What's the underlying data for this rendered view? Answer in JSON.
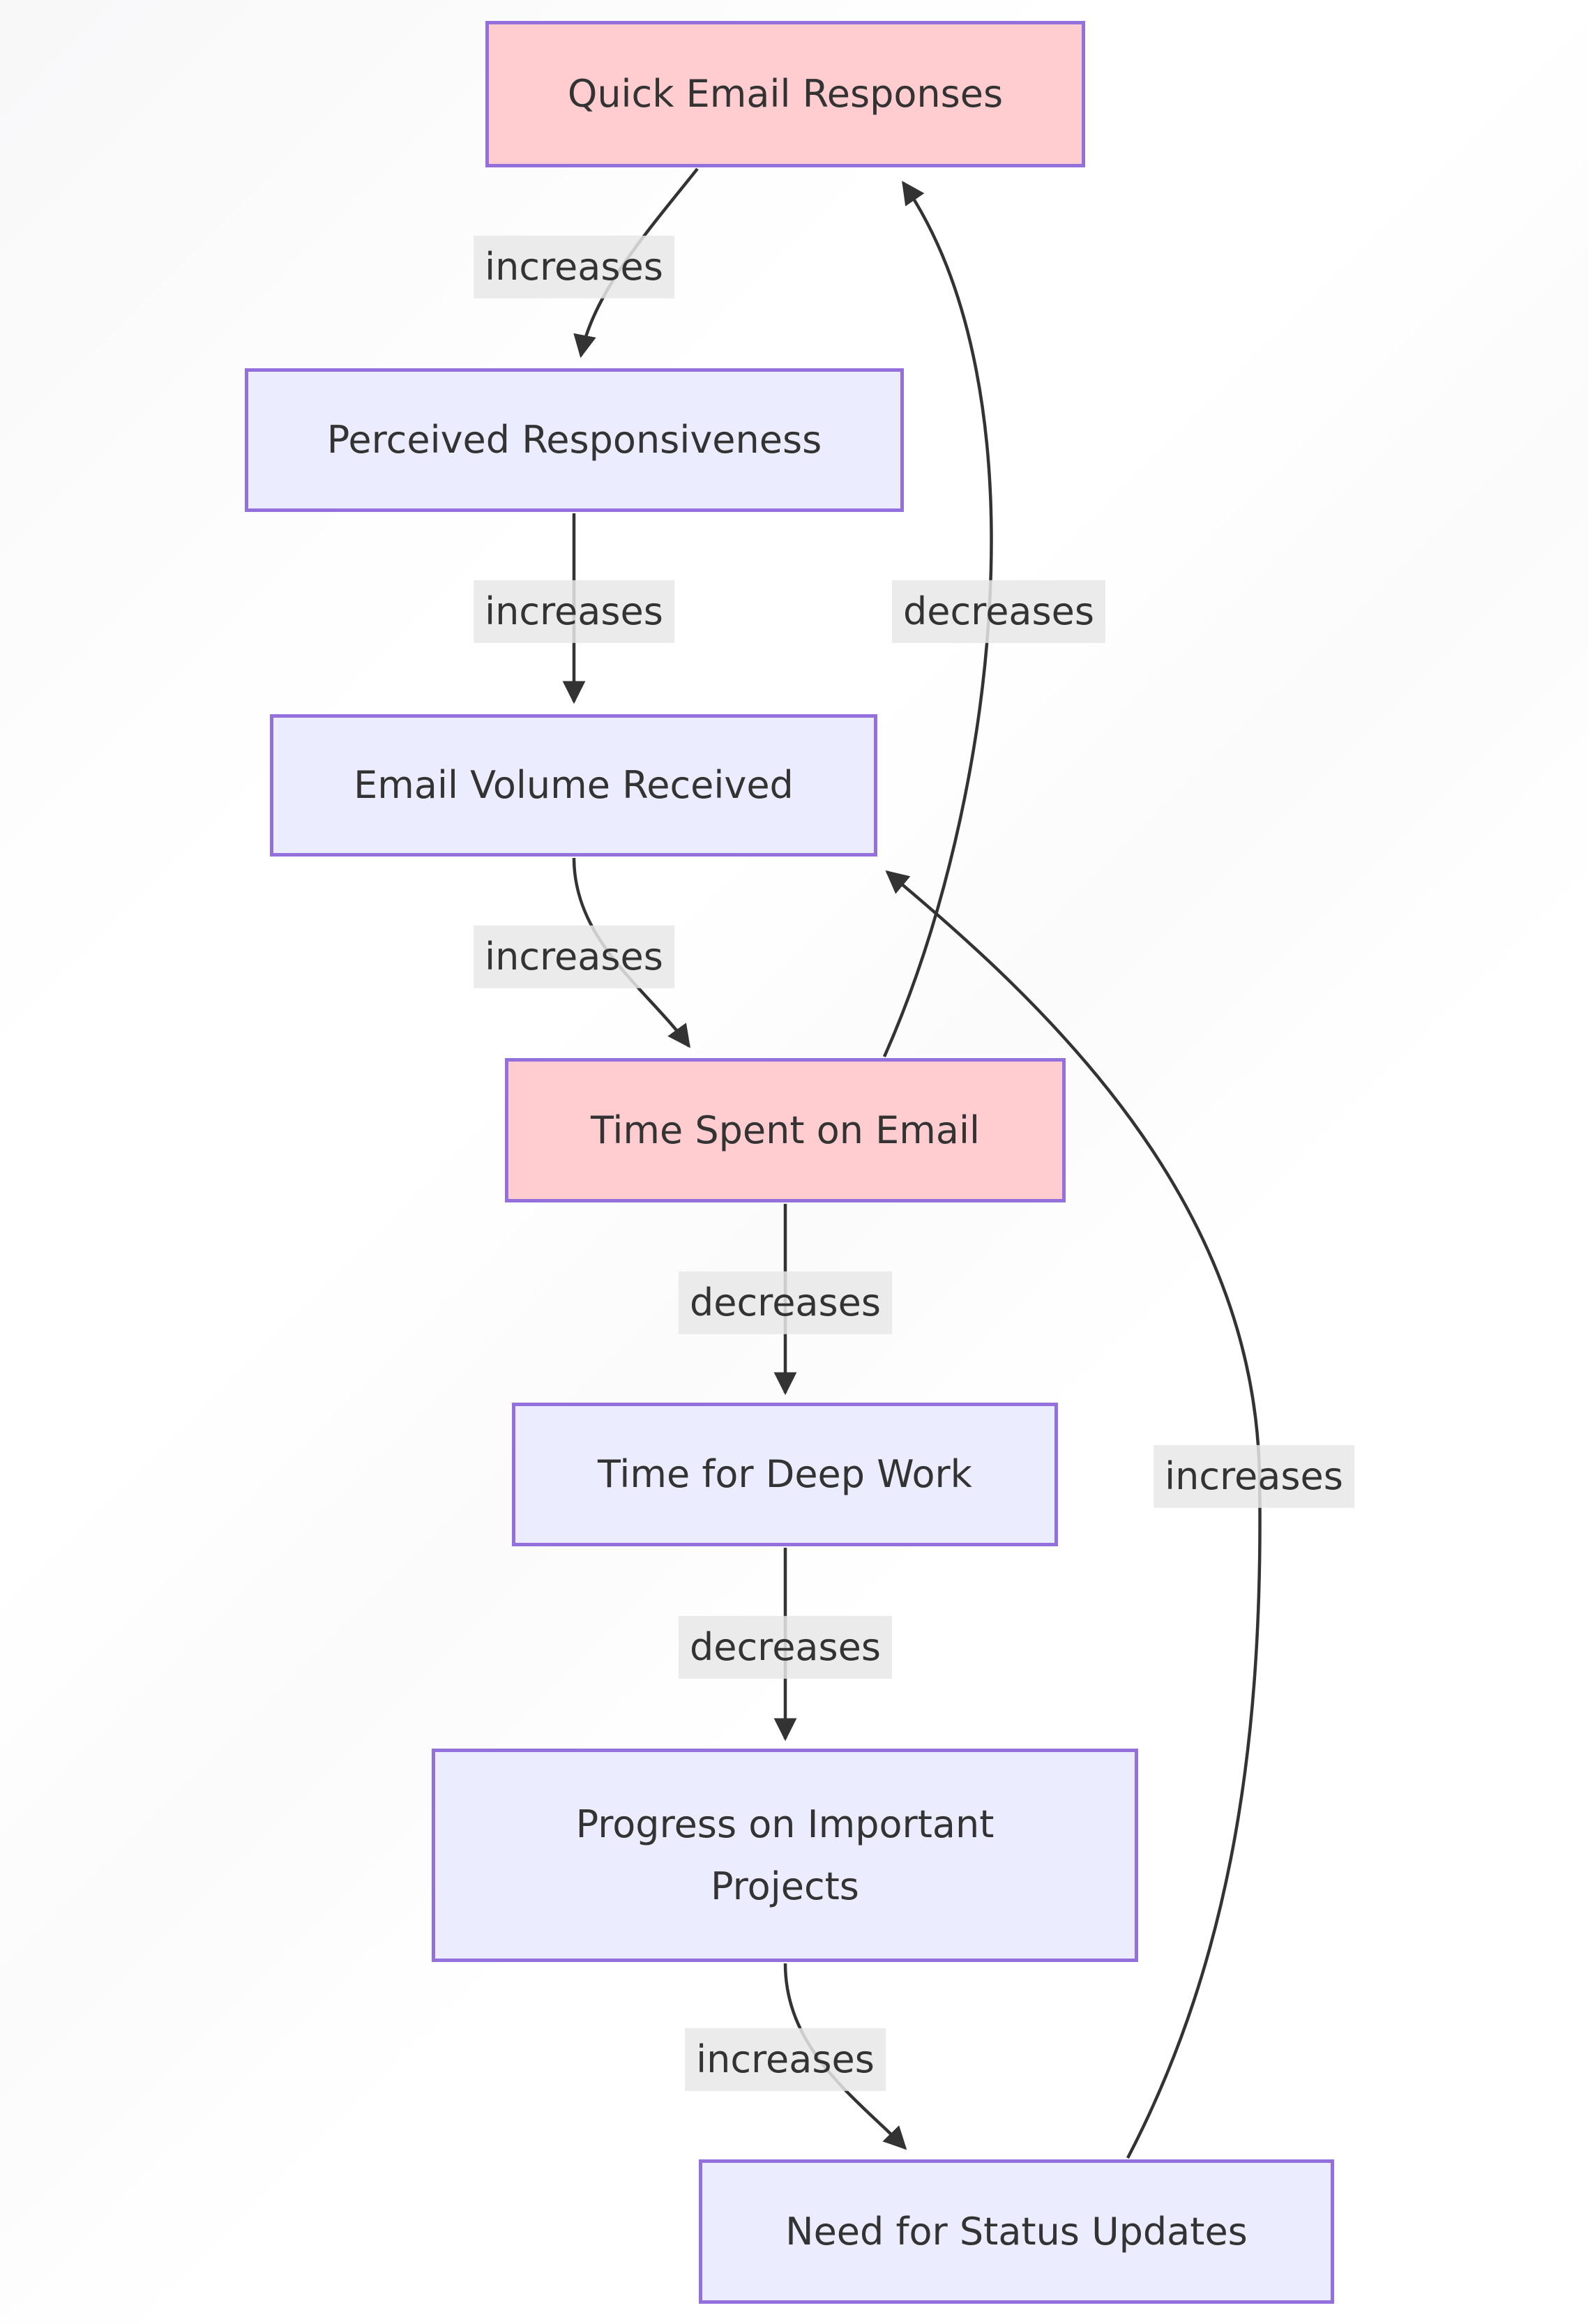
{
  "diagram": {
    "type": "flowchart",
    "direction": "top-down",
    "nodes": [
      {
        "id": "quick-email-responses",
        "label": "Quick Email Responses",
        "variant": "pink"
      },
      {
        "id": "perceived-responsiveness",
        "label": "Perceived Responsiveness",
        "variant": "lavender"
      },
      {
        "id": "email-volume-received",
        "label": "Email Volume Received",
        "variant": "lavender"
      },
      {
        "id": "time-spent-on-email",
        "label": "Time Spent on Email",
        "variant": "pink"
      },
      {
        "id": "time-for-deep-work",
        "label": "Time for Deep Work",
        "variant": "lavender"
      },
      {
        "id": "progress-on-important-projects",
        "label": "Progress on Important\nProjects",
        "variant": "lavender"
      },
      {
        "id": "need-for-status-updates",
        "label": "Need for Status Updates",
        "variant": "lavender"
      }
    ],
    "edges": [
      {
        "from": "Quick Email Responses",
        "to": "Perceived Responsiveness",
        "label": "increases"
      },
      {
        "from": "Perceived Responsiveness",
        "to": "Email Volume Received",
        "label": "increases"
      },
      {
        "from": "Email Volume Received",
        "to": "Time Spent on Email",
        "label": "increases"
      },
      {
        "from": "Time Spent on Email",
        "to": "Quick Email Responses",
        "label": "decreases"
      },
      {
        "from": "Time Spent on Email",
        "to": "Time for Deep Work",
        "label": "decreases"
      },
      {
        "from": "Time for Deep Work",
        "to": "Progress on Important Projects",
        "label": "decreases"
      },
      {
        "from": "Progress on Important Projects",
        "to": "Need for Status Updates",
        "label": "increases"
      },
      {
        "from": "Need for Status Updates",
        "to": "Email Volume Received",
        "label": "increases"
      }
    ],
    "colors": {
      "node_fill_pink": "#ffcdd0",
      "node_fill_lavender": "#ececff",
      "node_border": "#9370db",
      "edge_stroke": "#333333",
      "label_bg": "rgba(232,232,232,0.85)",
      "text": "#333333"
    }
  }
}
